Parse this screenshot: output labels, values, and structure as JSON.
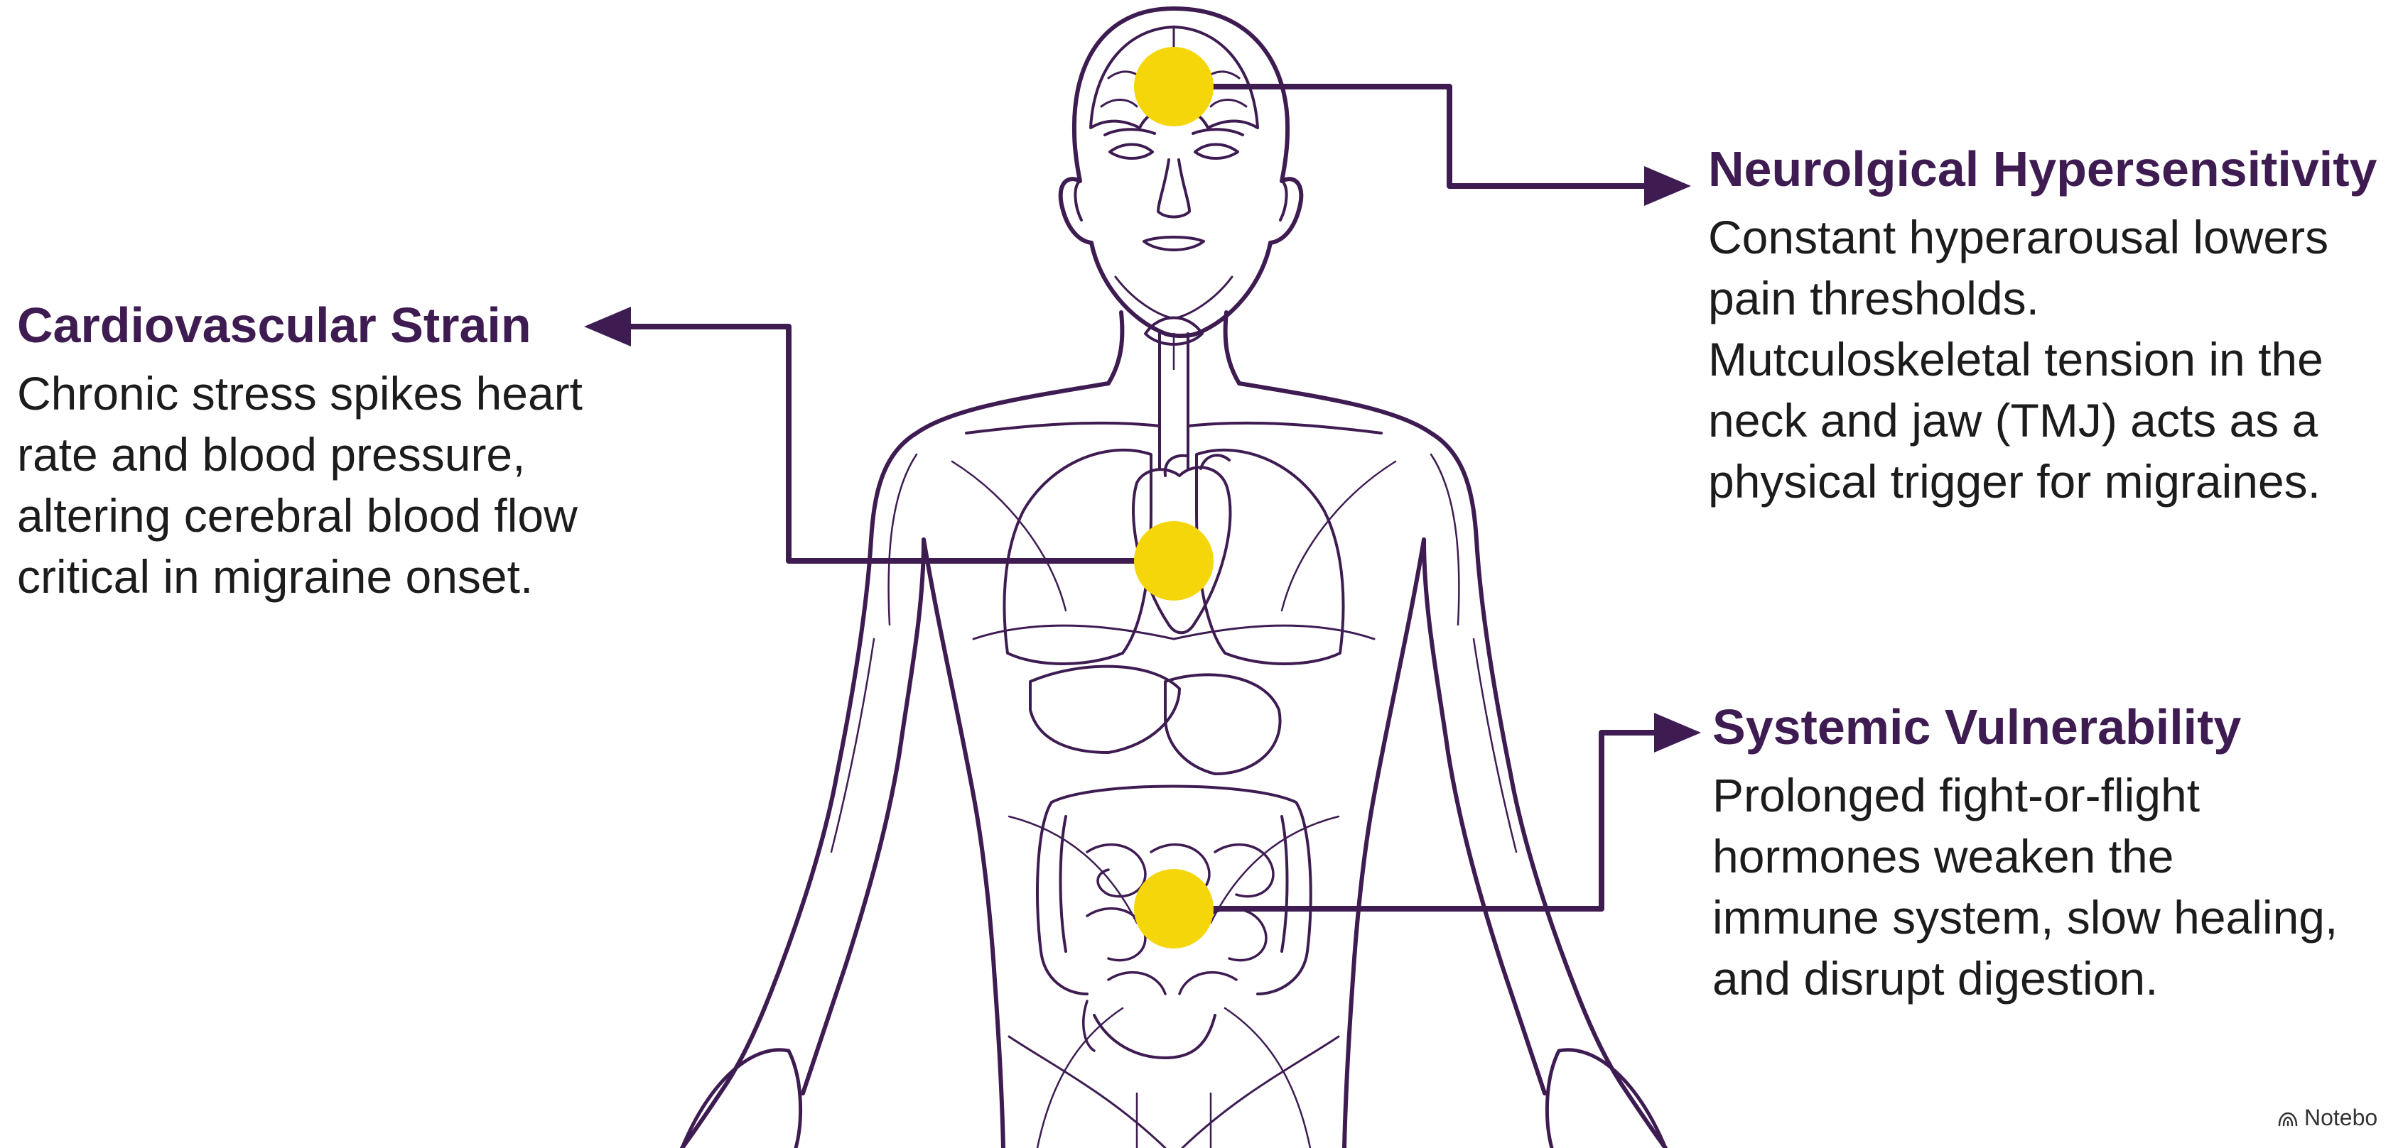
{
  "colors": {
    "outline": "#3e1c52",
    "arrow": "#3e1c52",
    "marker": "#f5d60a",
    "heading": "#3e1c52",
    "text": "#1c1c1c"
  },
  "callouts": {
    "cardiovascular": {
      "title": "Cardiovascular Strain",
      "lines": [
        "Chronic stress spikes heart",
        "rate and blood pressure,",
        "altering cerebral blood flow",
        "critical in migraine onset."
      ]
    },
    "neurological": {
      "title": "Neurolgical Hypersensitivity",
      "lines": [
        "Constant hyperarousal lowers",
        "pain thresholds.",
        "Mutculoskeletal tension in the",
        "neck and jaw (TMJ) acts as a",
        "physical trigger for migraines."
      ]
    },
    "systemic": {
      "title": "Systemic Vulnerability",
      "lines": [
        "Prolonged fight-or-flight",
        "hormones weaken the",
        "immune system, slow healing,",
        "and disrupt digestion."
      ]
    }
  },
  "markers": [
    "brain",
    "heart",
    "gut"
  ],
  "icons": {
    "watermark": "notebook-logo-icon"
  },
  "watermark": {
    "text": "Notebo"
  }
}
